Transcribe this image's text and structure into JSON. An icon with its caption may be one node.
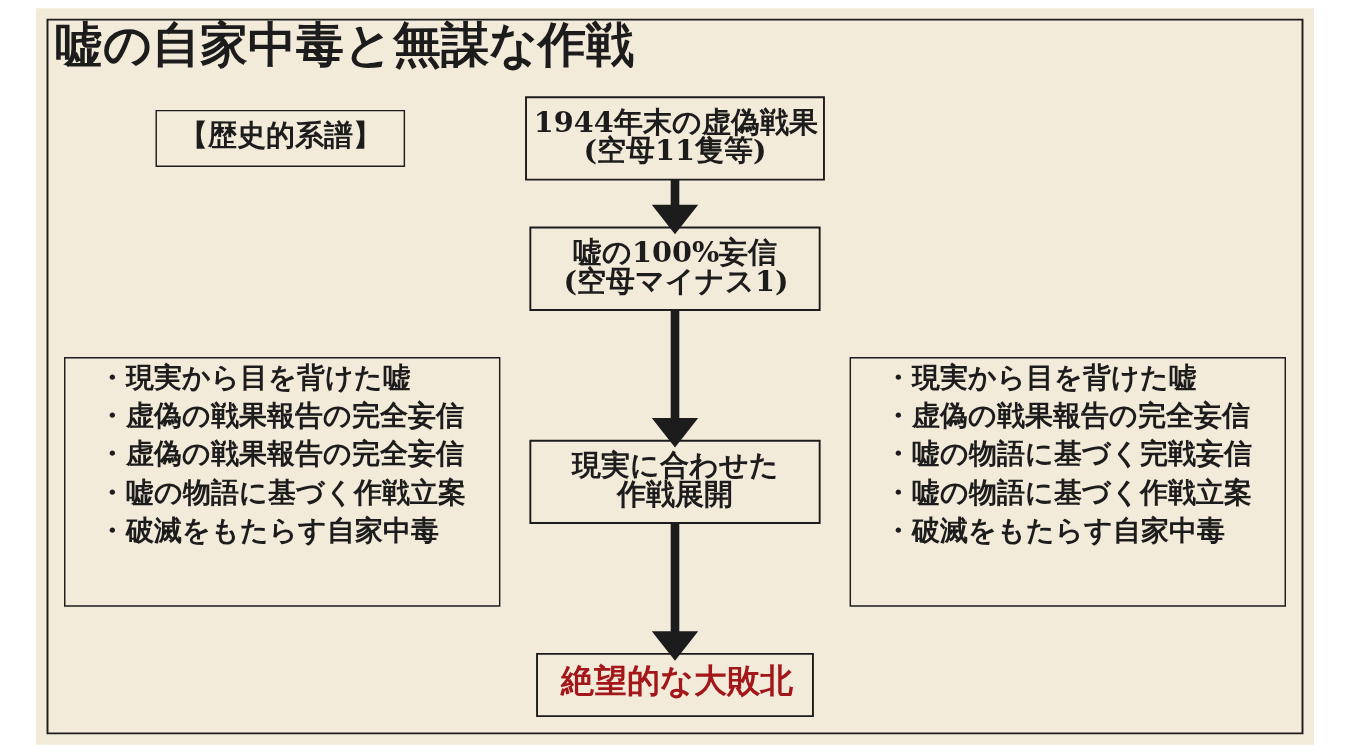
{
  "diagram": {
    "nodes": [
      {
        "text": [
          "嘘の自家中毒と無謀な作戦"
        ]
      },
      {
        "text": [
          "【歴史的系譜】"
        ],
        "in": 0
      },
      {
        "text": [
          "・現実から目を背けた嘘",
          "・虚偽の戦果報告の完全妄信",
          "・嘘の物語に基づく完戦妄信",
          "・嘘の物語に基づく作戦立案",
          "・破滅をもたらす自家中毒"
        ],
        "in": 0
      },
      {
        "text": [
          "1944年末の虚偽戦果",
          "(空母11隻等)"
        ],
        "in": 0
      },
      {
        "text": [
          "嘘の100%妄信",
          "(空母マイナス1)"
        ],
        "in": 0
      },
      {
        "text": [
          "現実に合わせた作戦展開"
        ],
        "in": 0
      },
      {
        "text": [
          "絶望的な大敗北"
        ],
        "in": 0
      },
      {
        "text": [
          "・現実から目を背けた嘘",
          "・虚偽の戦果報告の完全妄信",
          "・虚偽の戦果報告の完全妄信",
          "・嘘の物語に基づく作戦立案",
          "・破滅をもたらす自家中毒"
        ],
        "in": 0
      }
    ],
    "edges": [
      {
        "from": 3,
        "to": 4,
        "arrow": "to"
      },
      {
        "from": 4,
        "to": 5,
        "arrow": "to"
      },
      {
        "from": 5,
        "to": 6,
        "arrow": "to"
      }
    ]
  }
}
